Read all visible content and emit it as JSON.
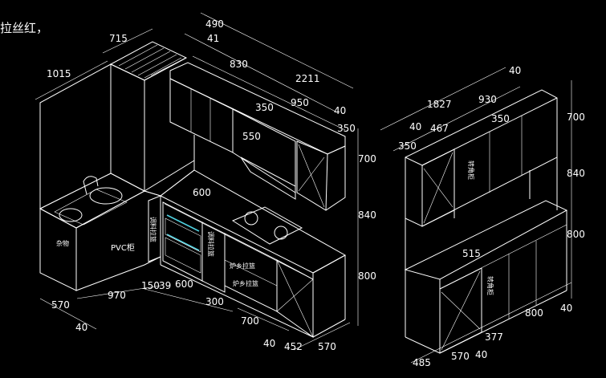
{
  "header_fragment": "拉丝红，",
  "dimensions": {
    "left": [
      "490",
      "715",
      "41",
      "1015",
      "830",
      "2211",
      "350",
      "950",
      "40",
      "350",
      "550",
      "700",
      "840",
      "800",
      "600",
      "570",
      "970",
      "150",
      "39",
      "600",
      "300",
      "700",
      "40",
      "452",
      "570",
      "40"
    ],
    "right": [
      "40",
      "1827",
      "930",
      "700",
      "40",
      "467",
      "350",
      "350",
      "840",
      "800",
      "515",
      "800",
      "40",
      "377",
      "485",
      "570",
      "40"
    ]
  },
  "labels": {
    "sink_cab": "杂物",
    "pvc": "PVC柜",
    "stove_cab_a": "炉乡拉篮",
    "stove_cab_b": "炉乡拉篮",
    "tall_a": "调料拉篮",
    "tall_b": "调料拉篮",
    "right_upper": "转角柜",
    "right_lower": "转角柜"
  },
  "colors": {
    "background": "#000000",
    "line": "#ffffff",
    "accent": "#4fd0e0"
  }
}
